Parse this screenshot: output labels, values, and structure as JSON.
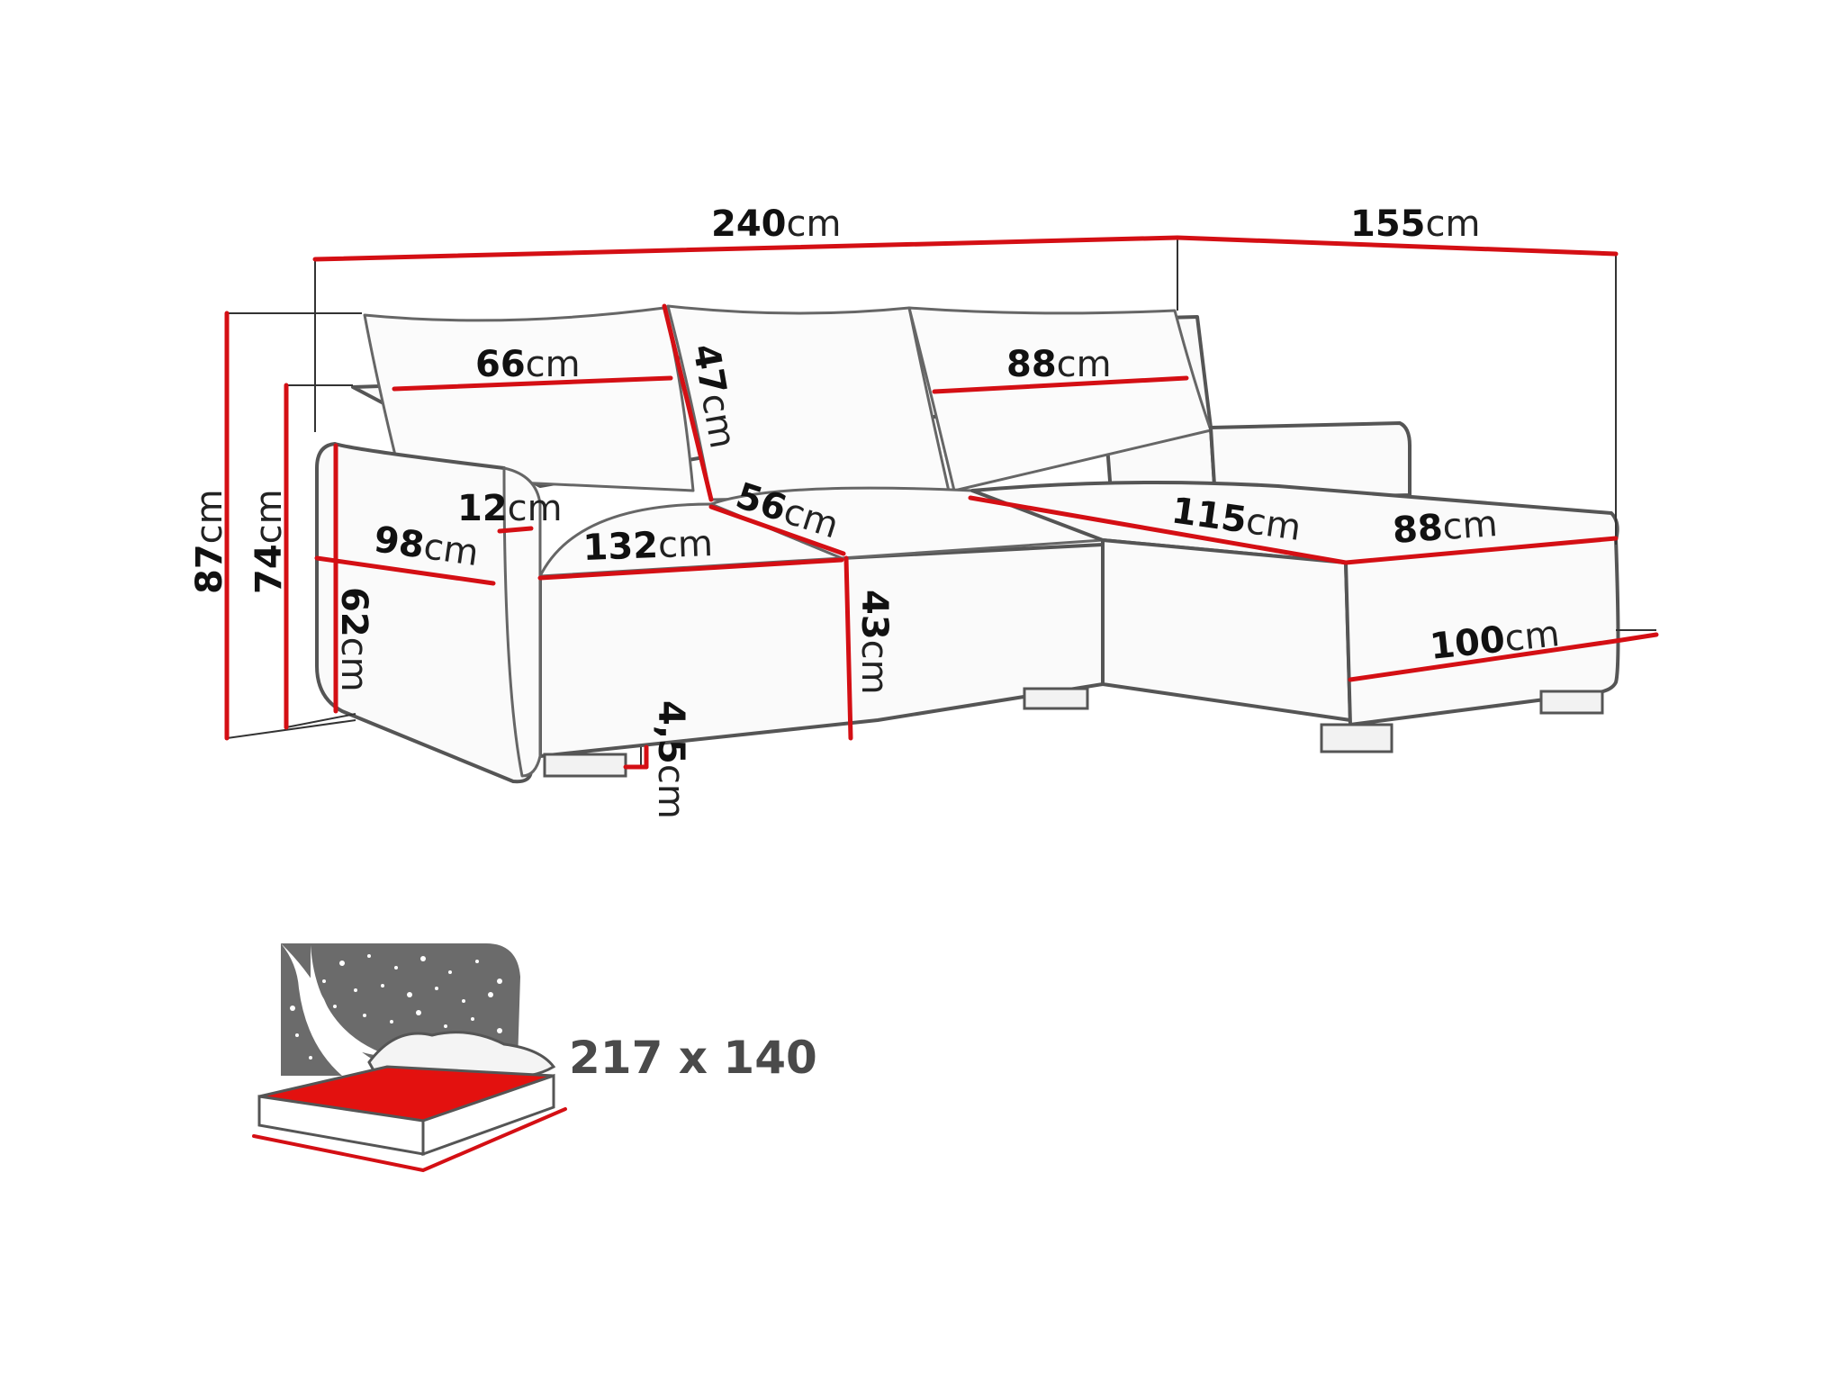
{
  "unit": "cm",
  "dimensions": [
    {
      "id": "overall-width",
      "value": "240"
    },
    {
      "id": "chaise-depth-total",
      "value": "155"
    },
    {
      "id": "cushion-left-width",
      "value": "66"
    },
    {
      "id": "cushion-height",
      "value": "47"
    },
    {
      "id": "cushion-right-width",
      "value": "88"
    },
    {
      "id": "armrest-width",
      "value": "12"
    },
    {
      "id": "seat-depth-slope",
      "value": "56"
    },
    {
      "id": "chaise-inner-length",
      "value": "115"
    },
    {
      "id": "chaise-seat-width",
      "value": "88"
    },
    {
      "id": "overall-height",
      "value": "87"
    },
    {
      "id": "backrest-height",
      "value": "74"
    },
    {
      "id": "seat-depth",
      "value": "98"
    },
    {
      "id": "seat-width",
      "value": "132"
    },
    {
      "id": "armrest-height",
      "value": "62"
    },
    {
      "id": "seat-height",
      "value": "43"
    },
    {
      "id": "chaise-width",
      "value": "100"
    },
    {
      "id": "leg-height",
      "value": "4,5"
    }
  ],
  "bed": {
    "label": "217 x 140",
    "colors": {
      "mattress": "#e3110f",
      "panel": "#6b6b6b",
      "stars": "#ffffff"
    }
  },
  "colors": {
    "accent": "#d40f14",
    "outline": "#555555"
  }
}
